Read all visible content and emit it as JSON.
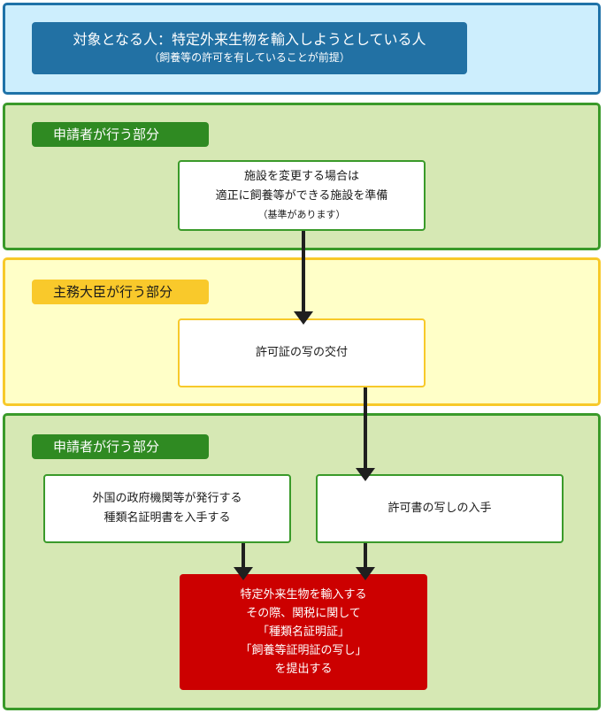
{
  "target": {
    "title": "対象となる人：特定外来生物を輸入しようとしている人",
    "subtitle": "（飼養等の許可を有していることが前提）"
  },
  "applicant_section_1": {
    "label": "申請者が行う部分",
    "facility_box": {
      "line1": "施設を変更する場合は",
      "line2": "適正に飼養等ができる施設を準備",
      "note": "（基準があります）"
    }
  },
  "minister_section": {
    "label": "主務大臣が行う部分",
    "permit_copy_box": {
      "text": "許可証の写の交付"
    }
  },
  "applicant_section_2": {
    "label": "申請者が行う部分",
    "foreign_cert_box": {
      "line1": "外国の政府機関等が発行する",
      "line2": "種類名証明書を入手する"
    },
    "permit_obtain_box": {
      "text": "許可書の写しの入手"
    },
    "final_box": {
      "line1": "特定外来生物を輸入する",
      "line2": "その際、関税に関して",
      "line3": "「種類名証明証」",
      "line4": "「飼養等証明証の写し」",
      "line5": "を提出する"
    }
  },
  "colors": {
    "target_bg": "#cdeefd",
    "target_border": "#1f72a8",
    "applicant_bg": "#d6e8b4",
    "applicant_border": "#3a9a2a",
    "minister_bg": "#ffffc8",
    "minister_border": "#f7c92a",
    "final_bg": "#cc0000"
  }
}
